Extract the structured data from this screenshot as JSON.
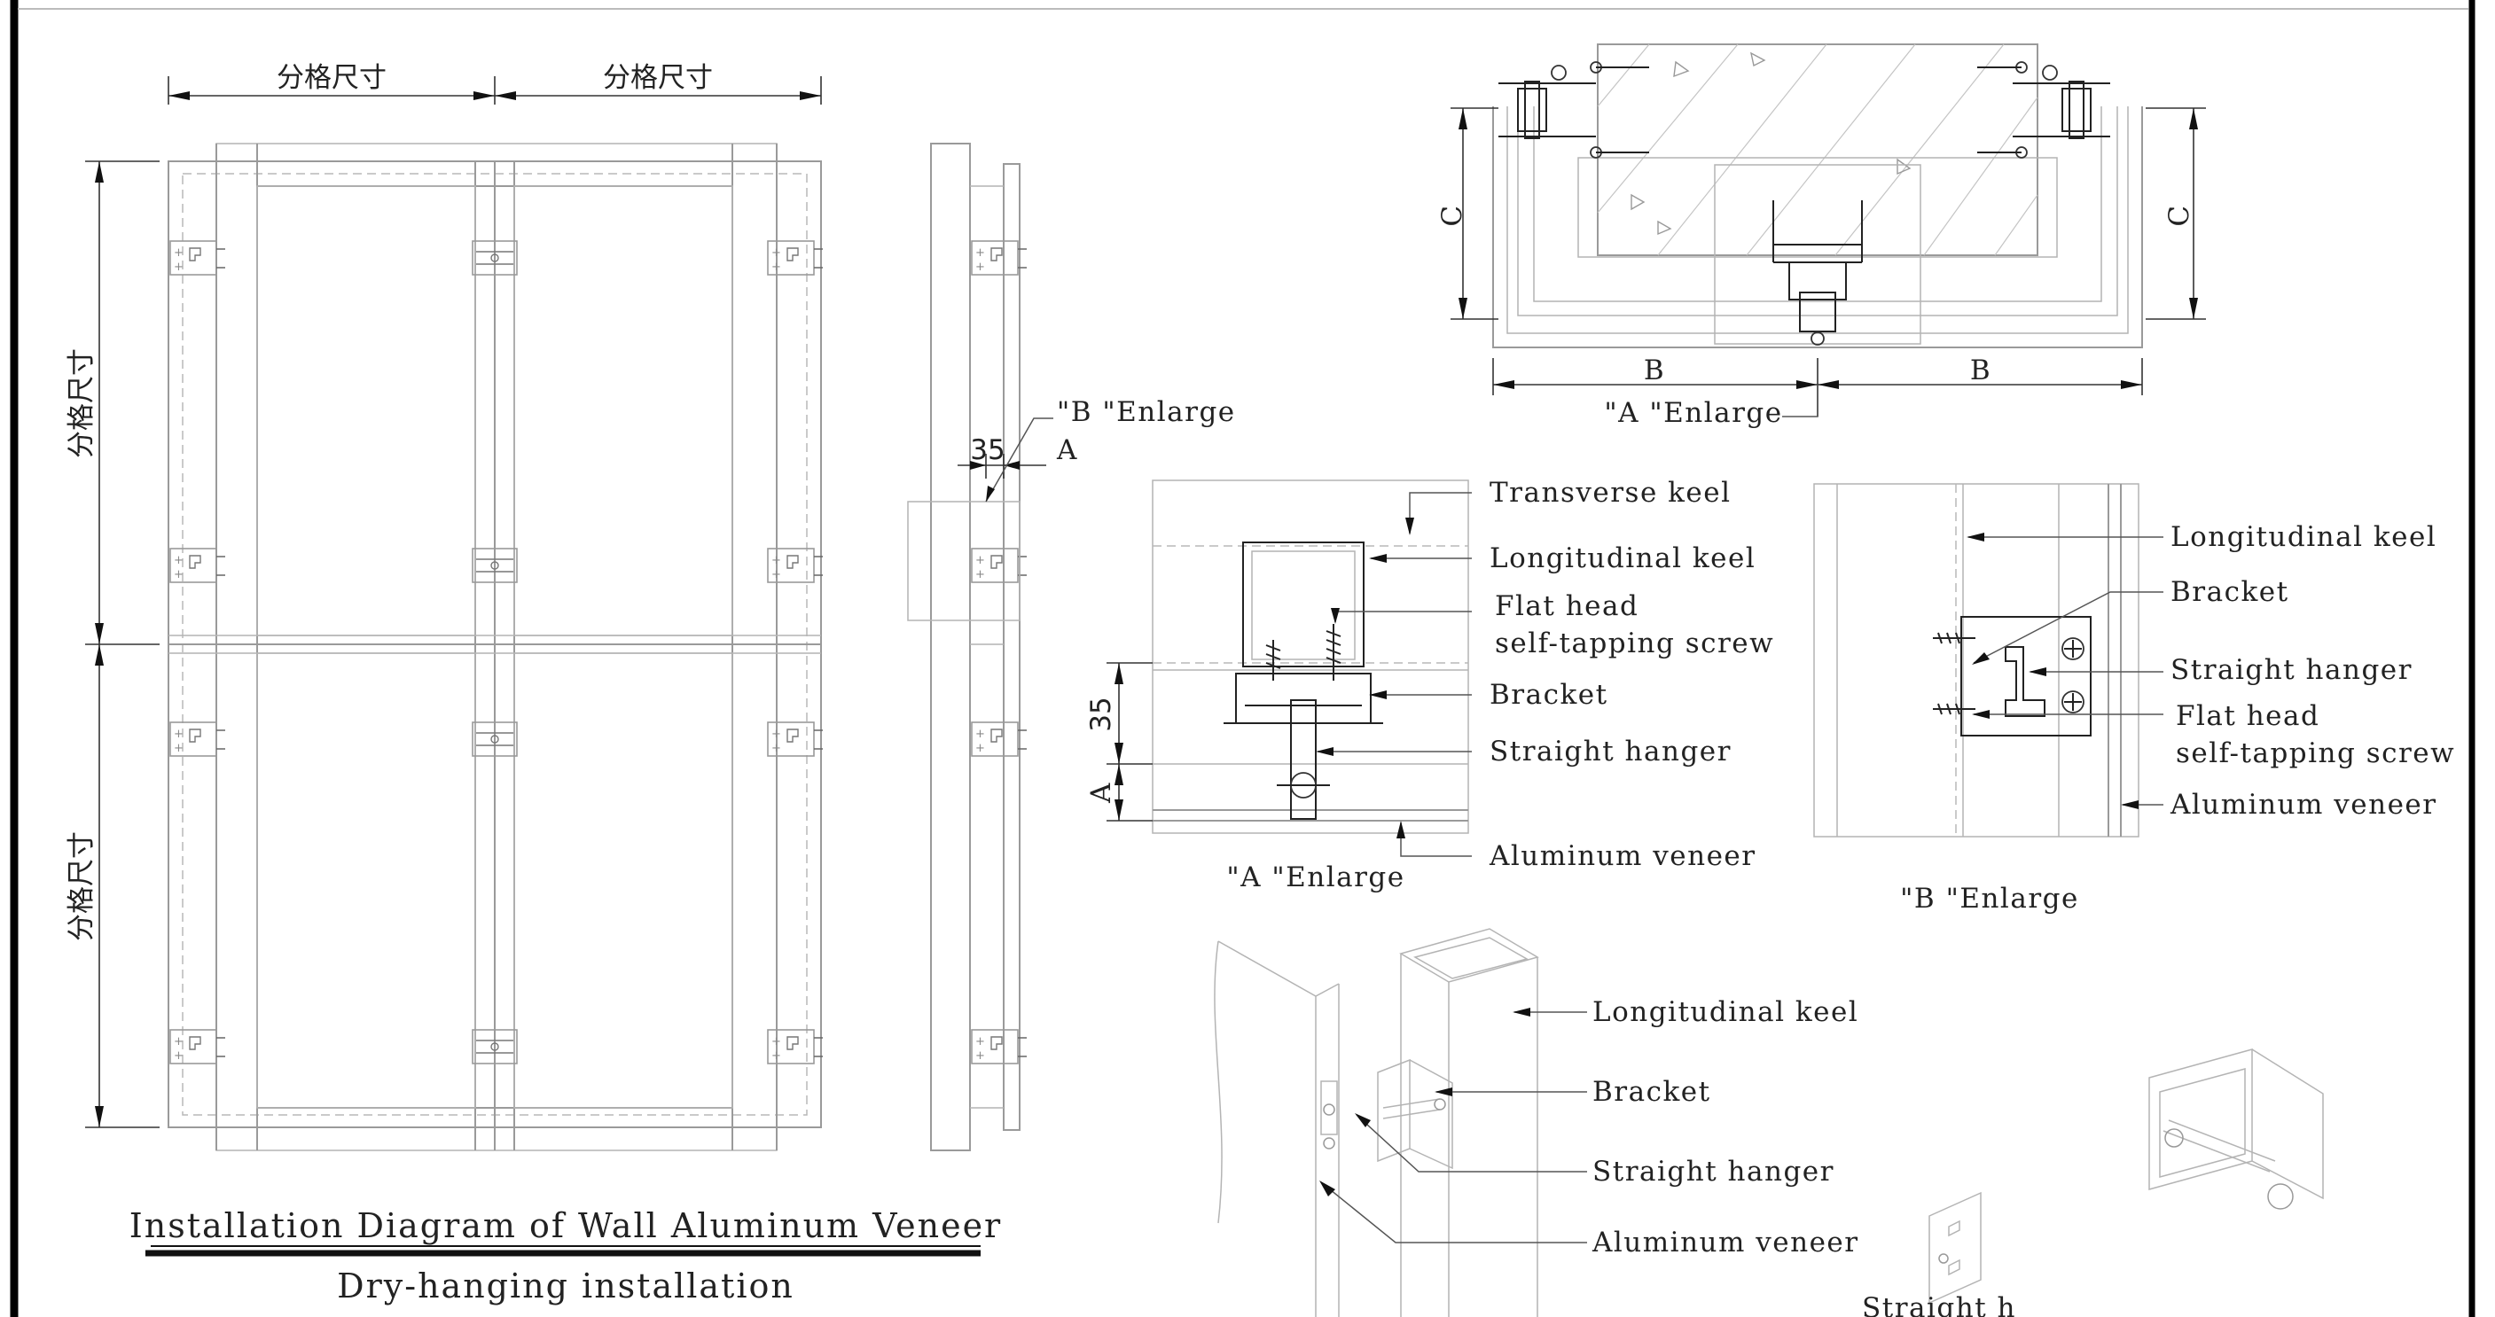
{
  "front_view": {
    "dim_top_left": "分格尺寸",
    "dim_top_right": "分格尺寸",
    "dim_left_top": "分格尺寸",
    "dim_left_bottom": "分格尺寸"
  },
  "side_view": {
    "dim_35": "35",
    "dim_a": "A",
    "b_enlarge_callout": "\"B \"Enlarge"
  },
  "plan_detail": {
    "dim_c_left": "C",
    "dim_c_right": "C",
    "dim_b_left": "B",
    "dim_b_right": "B",
    "caption": "\"A \"Enlarge"
  },
  "a_enlarge": {
    "labels": {
      "transverse_keel": "Transverse keel",
      "longitudinal_keel": "Longitudinal keel",
      "flat_head_line1": "Flat head",
      "flat_head_line2": "self-tapping screw",
      "bracket": "Bracket",
      "straight_hanger": "Straight hanger",
      "aluminum_veneer": "Aluminum veneer"
    },
    "dim_35": "35",
    "dim_a": "A",
    "caption": "\"A \"Enlarge"
  },
  "b_enlarge": {
    "labels": {
      "longitudinal_keel": "Longitudinal keel",
      "bracket": "Bracket",
      "straight_hanger": "Straight hanger",
      "flat_head_line1": "Flat head",
      "flat_head_line2": "self-tapping screw",
      "aluminum_veneer": "Aluminum veneer"
    },
    "caption": "\"B \"Enlarge"
  },
  "iso_view": {
    "labels": {
      "longitudinal_keel": "Longitudinal keel",
      "bracket": "Bracket",
      "straight_hanger": "Straight hanger",
      "aluminum_veneer": "Aluminum veneer"
    },
    "cutoff_label": "Straight h"
  },
  "title_block": {
    "title": "Installation Diagram of Wall Aluminum Veneer",
    "subtitle": "Dry-hanging installation"
  }
}
